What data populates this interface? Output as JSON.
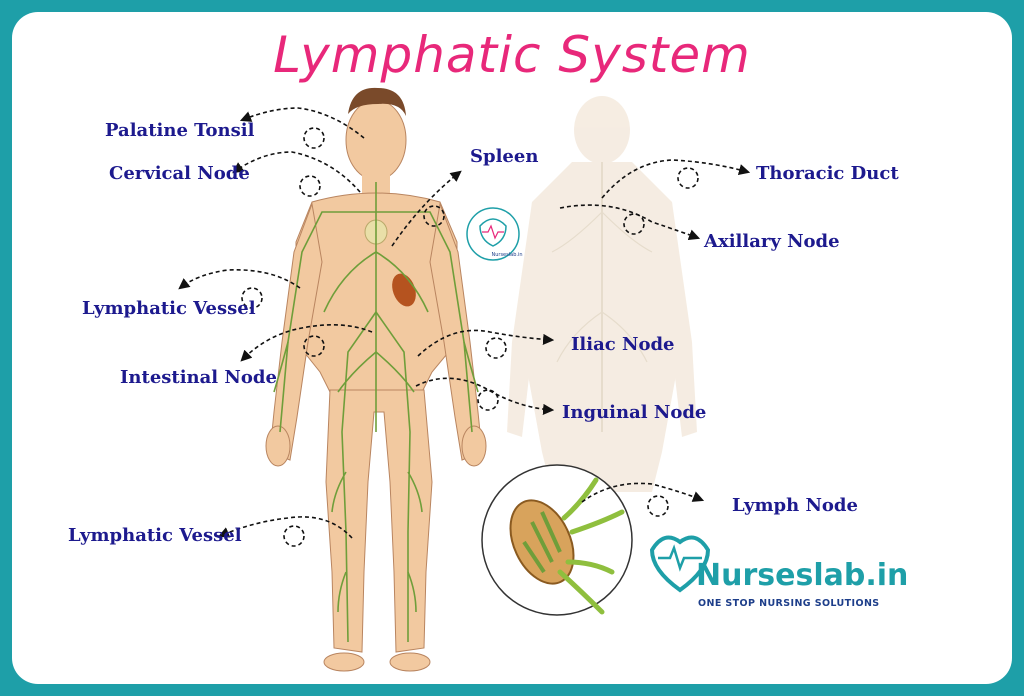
{
  "title": "Lymphatic System",
  "labels": {
    "palatine_tonsil": "Palatine Tonsil",
    "cervical_node": "Cervical Node",
    "spleen": "Spleen",
    "thoracic_duct": "Thoracic Duct",
    "axillary_node": "Axillary Node",
    "lymphatic_vessel_upper": "Lymphatic Vessel",
    "iliac_node": "Iliac Node",
    "intestinal_node": "Intestinal Node",
    "inguinal_node": "Inguinal Node",
    "lymph_node": "Lymph Node",
    "lymphatic_vessel_lower": "Lymphatic Vessel"
  },
  "brand": {
    "name": "Nurseslab.in",
    "tagline": "ONE STOP NURSING SOLUTIONS",
    "badge_text": "Nurseslab.in"
  },
  "colors": {
    "frame": "#1e9fa8",
    "title": "#e8287a",
    "label": "#1d1a8e",
    "vessel": "#6f9e3a",
    "skin": "#f2c9a0"
  }
}
